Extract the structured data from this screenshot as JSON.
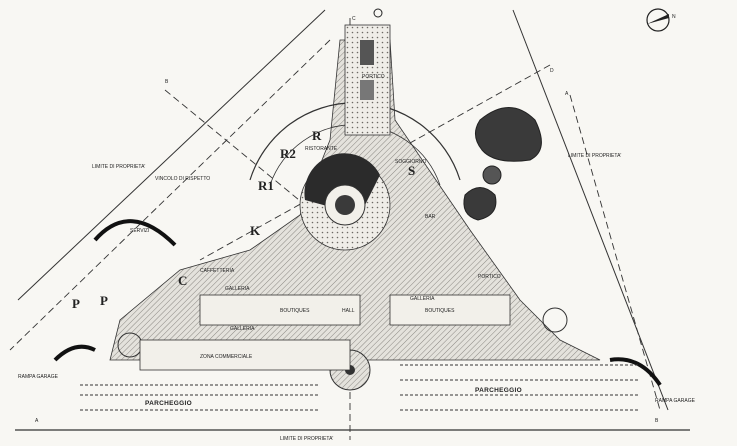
{
  "plan": {
    "section_mark_top": "C",
    "section_mark_top_right": "D",
    "section_mark_bottom_left": "A",
    "section_mark_bottom_right": "B",
    "section_mark_mid_left": "B",
    "section_mark_mid_right": "A",
    "north_label": "N",
    "property_limit_left": "LIMITE DI PROPRIETA'",
    "landscape_constraint": "VINCOLO DI RISPETTO",
    "property_limit_right": "LIMITE DI PROPRIETA'",
    "property_limit_bottom": "LIMITE DI PROPRIETA'",
    "rooms": {
      "ristorante": "RISTORANTE",
      "soggiorno": "SOGGIORNO",
      "bar": "BAR",
      "caffetteria": "CAFFETTERIA",
      "galleria_left": "GALLERIA",
      "galleria_center": "GALLERIA",
      "galleria_right": "GALLERIA",
      "hall": "HALL",
      "boutiques_left": "BOUTIQUES",
      "boutiques_right": "BOUTIQUES",
      "zona_commerciale": "ZONA COMMERCIALE",
      "servizi": "SERVIZI",
      "portico_top": "PORTICO",
      "portico_right": "PORTICO",
      "parcheggio_left": "PARCHEGGIO",
      "parcheggio_right": "PARCHEGGIO",
      "rampa_garage_left": "RAMPA GARAGE",
      "rampa_garage_right": "RAMPA GARAGE"
    },
    "zone_letters": {
      "r_top": "R",
      "r1": "R1",
      "r2": "R2",
      "s": "S",
      "k": "K",
      "c": "C",
      "p1": "P",
      "p2": "P"
    }
  }
}
